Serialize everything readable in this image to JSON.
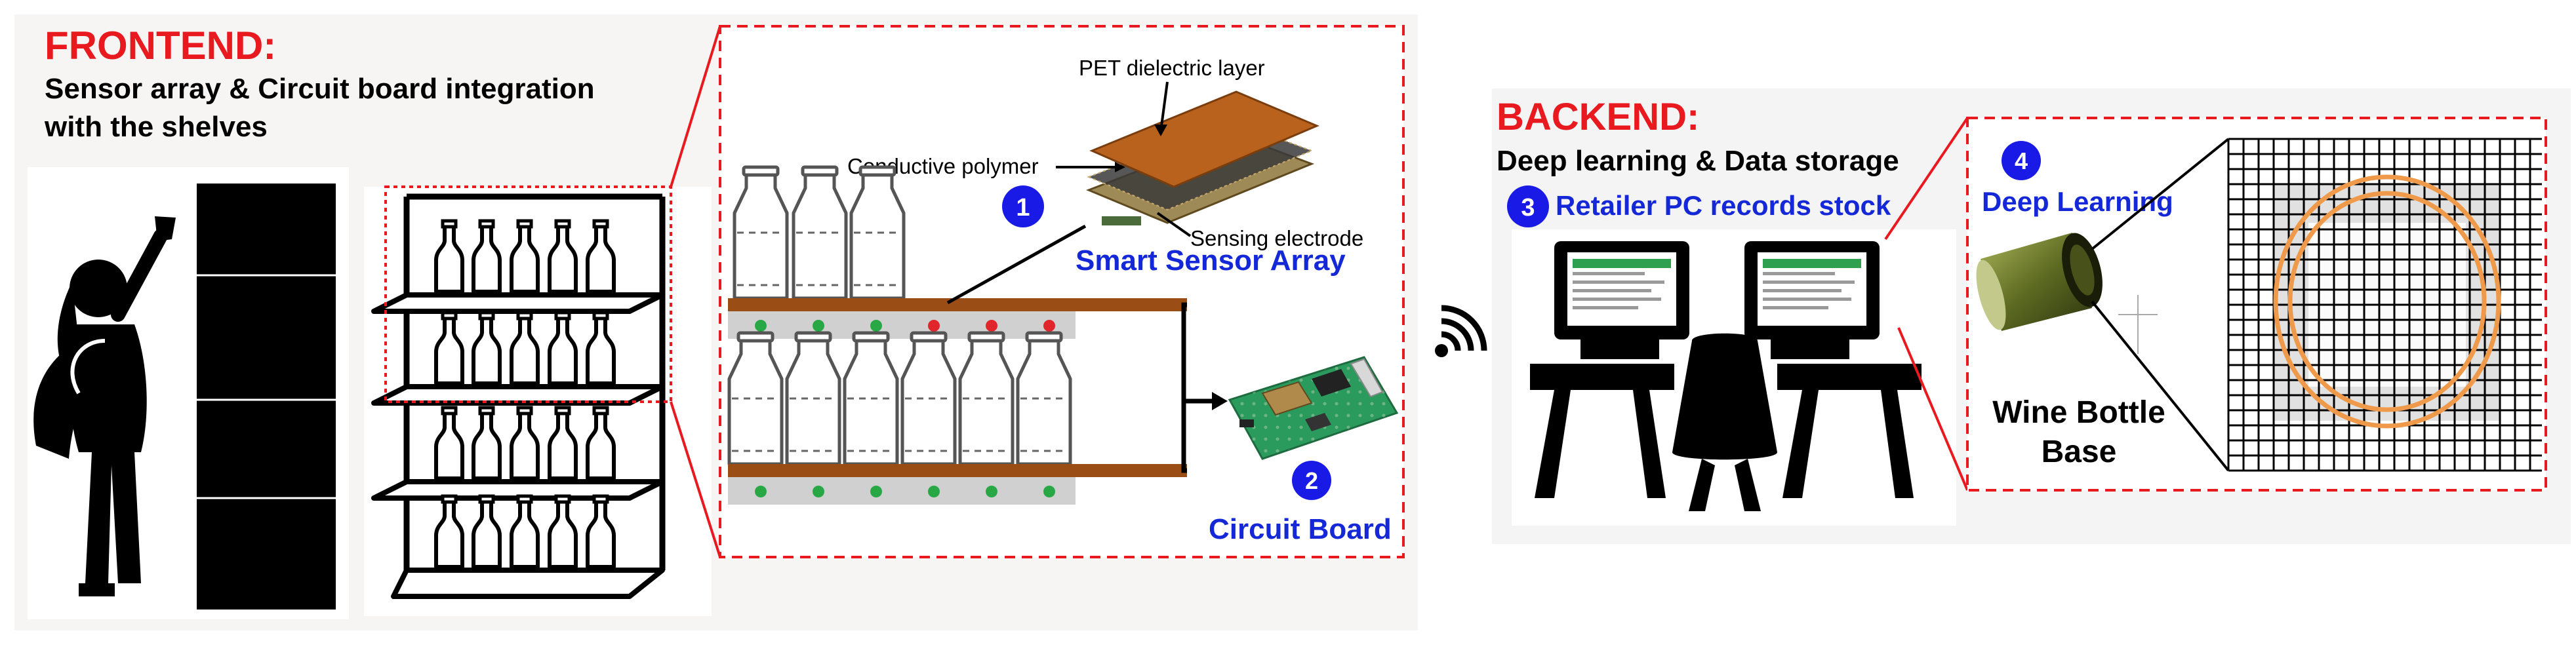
{
  "frontend": {
    "title": "FRONTEND:",
    "subtitle_line1": "Sensor array & Circuit board integration",
    "subtitle_line2": "with the shelves",
    "layer_labels": [
      "PET dielectric layer",
      "Conductive polymer",
      "Sensing electrode"
    ],
    "smart_sensor_array": "Smart Sensor Array",
    "circuit_board": "Circuit Board",
    "badge_1": "1",
    "badge_2": "2"
  },
  "backend": {
    "title": "BACKEND:",
    "subtitle": "Deep learning & Data storage",
    "retailer_label": "Retailer PC records stock",
    "badge_3": "3",
    "badge_4": "4",
    "deep_learning": "Deep Learning",
    "wine_bottle_line1": "Wine Bottle",
    "wine_bottle_line2": "Base"
  },
  "colors": {
    "title_red": "#e8191f",
    "label_blue": "#1428d8",
    "badge_blue": "#1a1ae6",
    "panel_bg": "#f7f5f3",
    "shelf_brown": "#9a4e16",
    "led_green": "#27a844",
    "led_red": "#e0262a",
    "ring_orange": "#ee9a4a",
    "pcb_green": "#2b9a5d",
    "pet_brown": "#b8621d"
  },
  "sensor_leds": {
    "top_row": [
      "green",
      "green",
      "green",
      "red",
      "red",
      "red"
    ],
    "bottom_row": [
      "green",
      "green",
      "green",
      "green",
      "green",
      "green"
    ]
  }
}
